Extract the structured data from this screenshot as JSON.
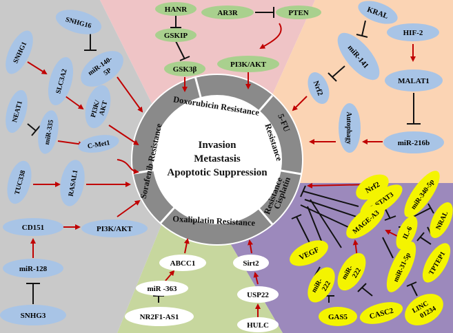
{
  "center": {
    "lines": [
      "Invasion",
      "Metastasis",
      "Apoptotic Suppression"
    ]
  },
  "sectors": {
    "doxorubicin": "Doxorubicin Resistance",
    "fu5_a": "5-FU",
    "fu5_b": "Resistance",
    "cisplatin_a": "Cisplatin",
    "cisplatin_b": "Resistance",
    "oxaliplatin": "Oxaliplatin Resistance",
    "sorafenib": "Sorafenib Resistance"
  },
  "nodes": {
    "hanr": "HANR",
    "gskip": "GSKIP",
    "gsk3b": "GSK3β",
    "ar3r": "AR3R",
    "pten": "PTEN",
    "pi3k_akt_top": "PI3K/AKT",
    "kral": "KRAL",
    "hif2": "HIF-2",
    "mir141": "miR-141",
    "nrf2_fu": "Nrf2",
    "malat1": "MALAT1",
    "autophagy": "Autophagy",
    "mir216b": "miR-216b",
    "snhg1": "SNHG1",
    "snhg16": "SNHG16",
    "slc3a2": "SLC3A2",
    "mir140": "miR-140-",
    "mir140b": "5P",
    "neat1": "NEAT1",
    "mir335": "miR-335",
    "pi3k_akt_sor_a": "PI3K/",
    "pi3k_akt_sor_b": "AKT",
    "cmet1": "C-Met1",
    "tuc338": "TUC338",
    "rasal1": "RASAL1",
    "cd151": "CD151",
    "pi3k_akt_sor2": "PI3K/AKT",
    "mir128": "miR-128",
    "snhg3": "SNHG3",
    "abcc1": "ABCC1",
    "mir363": "miR -363",
    "nr2f1": "NR2F1-AS1",
    "sirt2": "Sirt2",
    "usp22": "USP22",
    "hulc": "HULC",
    "nrf2_cis": "Nrf2",
    "mage_a3": "MAGE-A3",
    "pstat3": "P-STAT3",
    "mir3405p": "miR-340-5p",
    "nral": "NRAL",
    "il6": "IL-6",
    "vegf": "VEGF",
    "mir222_a": "miR-",
    "mir222_a2": "222",
    "mir222_b": "miR-",
    "mir222_b2": "222",
    "mir315p": "miR-31-5p",
    "tptep1": "TPTEP1",
    "gas5": "GAS5",
    "casc2": "CASC2",
    "linc_a": "LINC",
    "linc_b": "01234"
  },
  "colors": {
    "doxorubicin_bg": "#efc4c6",
    "fu5_bg": "#fbd4b4",
    "cisplatin_bg": "#9c89bc",
    "oxaliplatin_bg": "#c7d79e",
    "sorafenib_bg": "#c9c9c9",
    "ring": "#8a8a8a",
    "green_node": "#a9d08e",
    "blue_node": "#a8c4e6",
    "yellow_node": "#f4f400",
    "arrow_red": "#c00000",
    "inhibit": "#111111"
  }
}
